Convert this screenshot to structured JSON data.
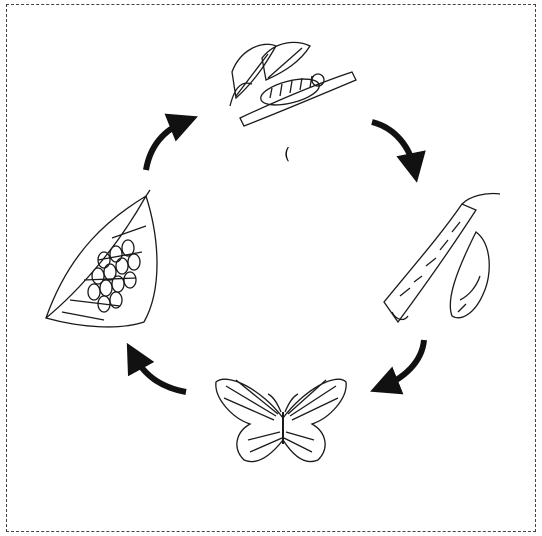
{
  "diagram": {
    "kind": "life-cycle",
    "stage_order": [
      "egg-leaf",
      "caterpillar",
      "chrysalis",
      "butterfly"
    ],
    "stray_mark": "(",
    "colors": {
      "line": "#1a1a1a",
      "arrow": "#111111",
      "background": "#ffffff"
    }
  }
}
